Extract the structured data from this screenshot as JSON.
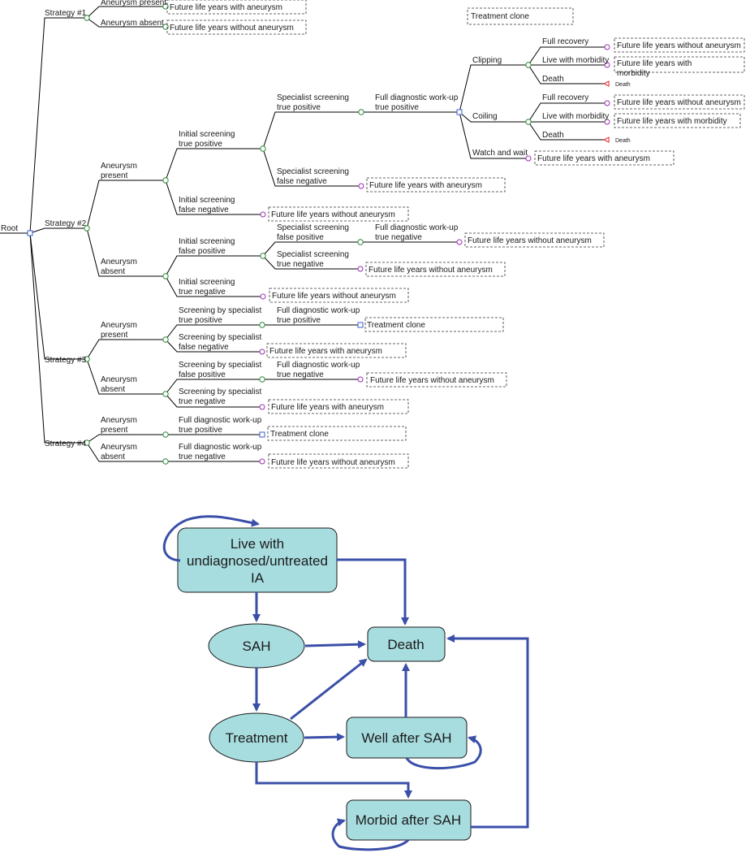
{
  "tree": {
    "root": "Root",
    "strategy1": {
      "label": "Strategy #1",
      "present": "Aneurysm present",
      "present_outcome": "Future life years with aneurysm",
      "absent": "Aneurysm absent",
      "absent_outcome": "Future life years without aneurysm"
    },
    "treatment_clone": {
      "title": "Treatment clone",
      "clipping": "Clipping",
      "coiling": "Coiling",
      "watch_and_wait": "Watch and wait",
      "full_recovery": "Full recovery",
      "live_with_morbidity": "Live with morbidity",
      "death": "Death",
      "clip_recovery_outcome": "Future life years without aneurysm",
      "clip_morbidity_outcome_1": "Future life years with",
      "clip_morbidity_outcome_2": "morbidity",
      "death_terminal": "Death",
      "coil_recovery_outcome": "Future life years without aneurysm",
      "coil_morbidity_outcome": "Future life years with morbidity",
      "watch_outcome": "Future life years with aneurysm"
    },
    "strategy2": {
      "label": "Strategy #2",
      "present_1": "Aneurysm",
      "present_2": "present",
      "init_tp_1": "Initial screening",
      "init_tp_2": "true positive",
      "spec_tp_1": "Specialist screening",
      "spec_tp_2": "true positive",
      "fdw_tp_1": "Full diagnostic work-up",
      "fdw_tp_2": "true positive",
      "spec_fn_1": "Specialist screening",
      "spec_fn_2": "false negative",
      "spec_fn_outcome": "Future life years with aneurysm",
      "init_fn_1": "Initial screening",
      "init_fn_2": "false negative",
      "init_fn_outcome": "Future life years without aneurysm",
      "absent_1": "Aneurysm",
      "absent_2": "absent",
      "init_fp_1": "Initial screening",
      "init_fp_2": "false positive",
      "spec_fp_1": "Specialist screening",
      "spec_fp_2": "false positive",
      "fdw_tn_1": "Full diagnostic work-up",
      "fdw_tn_2": "true negative",
      "fdw_tn_outcome": "Future life years without aneurysm",
      "spec_tn_1": "Specialist screening",
      "spec_tn_2": "true negative",
      "spec_tn_outcome": "Future life years without aneurysm",
      "init_tn_1": "Initial screening",
      "init_tn_2": "true negative",
      "init_tn_outcome": "Future life years without aneurysm"
    },
    "strategy3": {
      "label": "Strategy #3",
      "present_1": "Aneurysm",
      "present_2": "present",
      "spec_tp_1": "Screening by specialist",
      "spec_tp_2": "true positive",
      "fdw_tp_1": "Full diagnostic work-up",
      "fdw_tp_2": "true positive",
      "fdw_tp_outcome": "Treatment clone",
      "spec_fn_1": "Screening by specialist",
      "spec_fn_2": "false negative",
      "spec_fn_outcome": "Future life years with aneurysm",
      "absent_1": "Aneurysm",
      "absent_2": "absent",
      "spec_fp_1": "Screening by specialist",
      "spec_fp_2": "false positive",
      "fdw_tn_1": "Full diagnostic work-up",
      "fdw_tn_2": "true negative",
      "fdw_tn_outcome": "Future life years without aneurysm",
      "spec_tn_1": "Screening by specialist",
      "spec_tn_2": "true negative",
      "spec_tn_outcome": "Future life years with aneurysm"
    },
    "strategy4": {
      "label": "Strategy #4",
      "present_1": "Aneurysm",
      "present_2": "present",
      "fdw_tp_1": "Full diagnostic work-up",
      "fdw_tp_2": "true positive",
      "fdw_tp_outcome": "Treatment clone",
      "absent_1": "Aneurysm",
      "absent_2": "absent",
      "fdw_tn_1": "Full diagnostic work-up",
      "fdw_tn_2": "true negative",
      "fdw_tn_outcome": "Future life years without aneurysm"
    }
  },
  "markov": {
    "live_1": "Live with",
    "live_2": "undiagnosed/untreated",
    "live_3": "IA",
    "sah": "SAH",
    "death": "Death",
    "treatment": "Treatment",
    "well": "Well after SAH",
    "morbid": "Morbid after SAH"
  },
  "colors": {
    "tree_line": "#000000",
    "chance_node": "#2e8b3a",
    "terminal_node": "#9b2db5",
    "decision_node": "#3a5fcd",
    "death_marker": "#e02020",
    "markov_fill": "#a8dde0",
    "markov_arrow": "#3a4fa8"
  }
}
